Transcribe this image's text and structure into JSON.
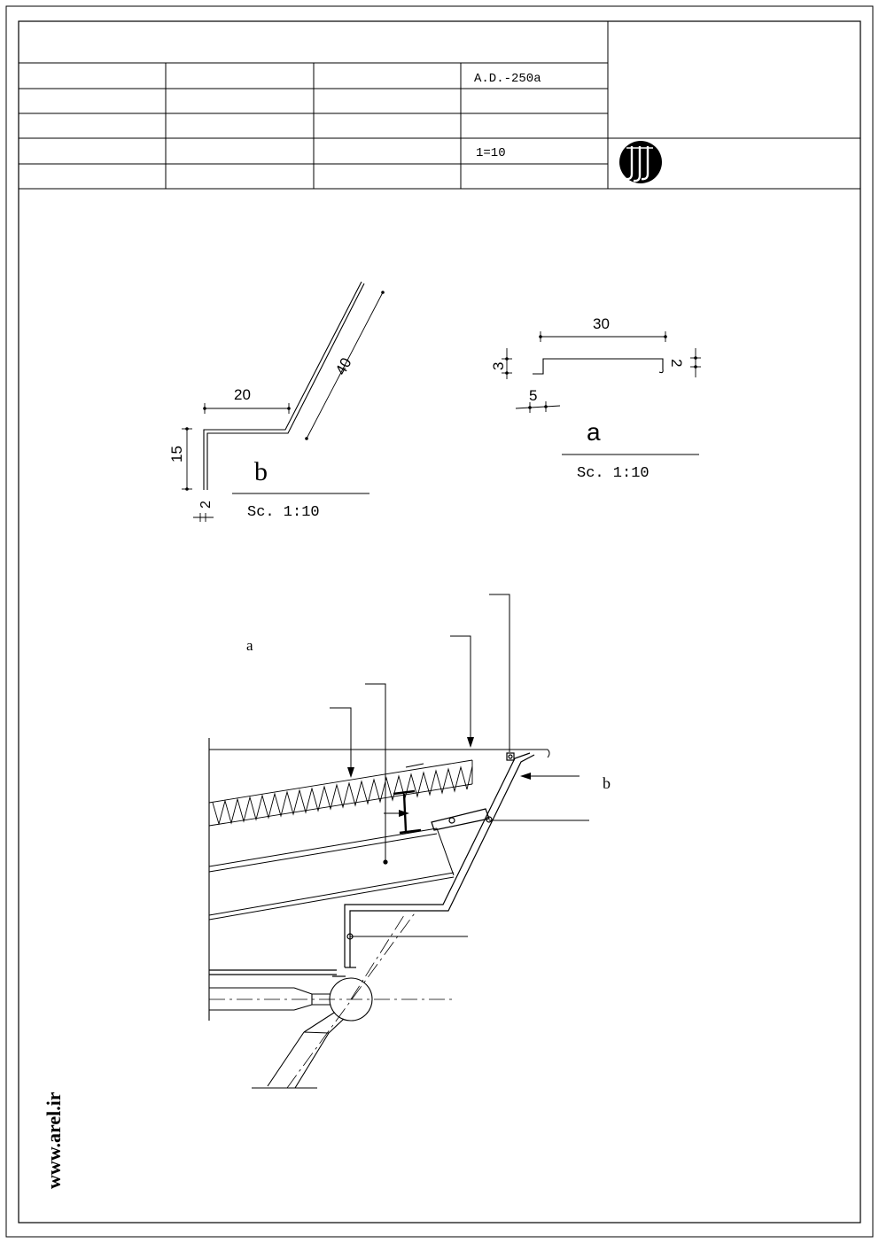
{
  "title_block": {
    "drawing_no": "A.D.-250a",
    "scale": "1=10"
  },
  "detail_b": {
    "label": "b",
    "scale_text": "Sc. 1:10",
    "dims": {
      "horizontal": "20",
      "diagonal": "40",
      "vertical": "15",
      "thickness": "2"
    }
  },
  "detail_a": {
    "label": "a",
    "scale_text": "Sc. 1:10",
    "dims": {
      "top": "30",
      "left_lip": "3",
      "right_lip": "2",
      "offset": "5"
    }
  },
  "section": {
    "callout_a": "a",
    "callout_b": "b"
  },
  "website": "www.arel.ir"
}
